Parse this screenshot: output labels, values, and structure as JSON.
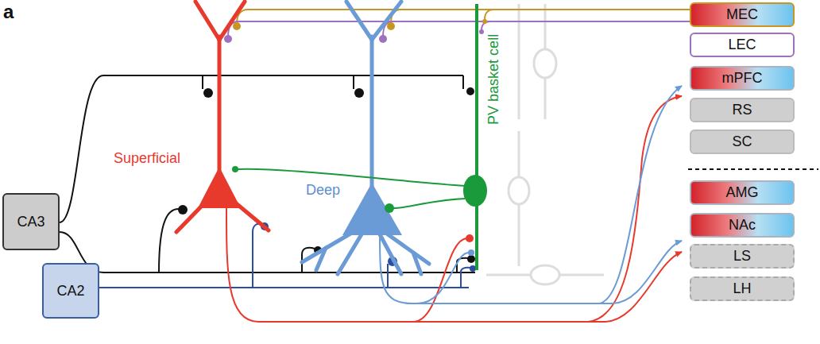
{
  "diagram": {
    "nodes": [
      {
        "text": [
          "CA3"
        ]
      },
      {
        "text": [
          "CA2"
        ]
      },
      {
        "text": [
          "MEC"
        ]
      },
      {
        "text": [
          "LEC"
        ]
      },
      {
        "text": [
          "mPFC"
        ]
      },
      {
        "text": [
          "RS"
        ]
      },
      {
        "text": [
          "SC"
        ]
      },
      {
        "text": [
          "AMG"
        ]
      },
      {
        "text": [
          "NAc"
        ]
      },
      {
        "text": [
          "LS"
        ]
      },
      {
        "text": [
          "LH"
        ]
      }
    ],
    "labels": [
      "a",
      "Superficial",
      "Deep",
      "PV basket cell"
    ]
  }
}
